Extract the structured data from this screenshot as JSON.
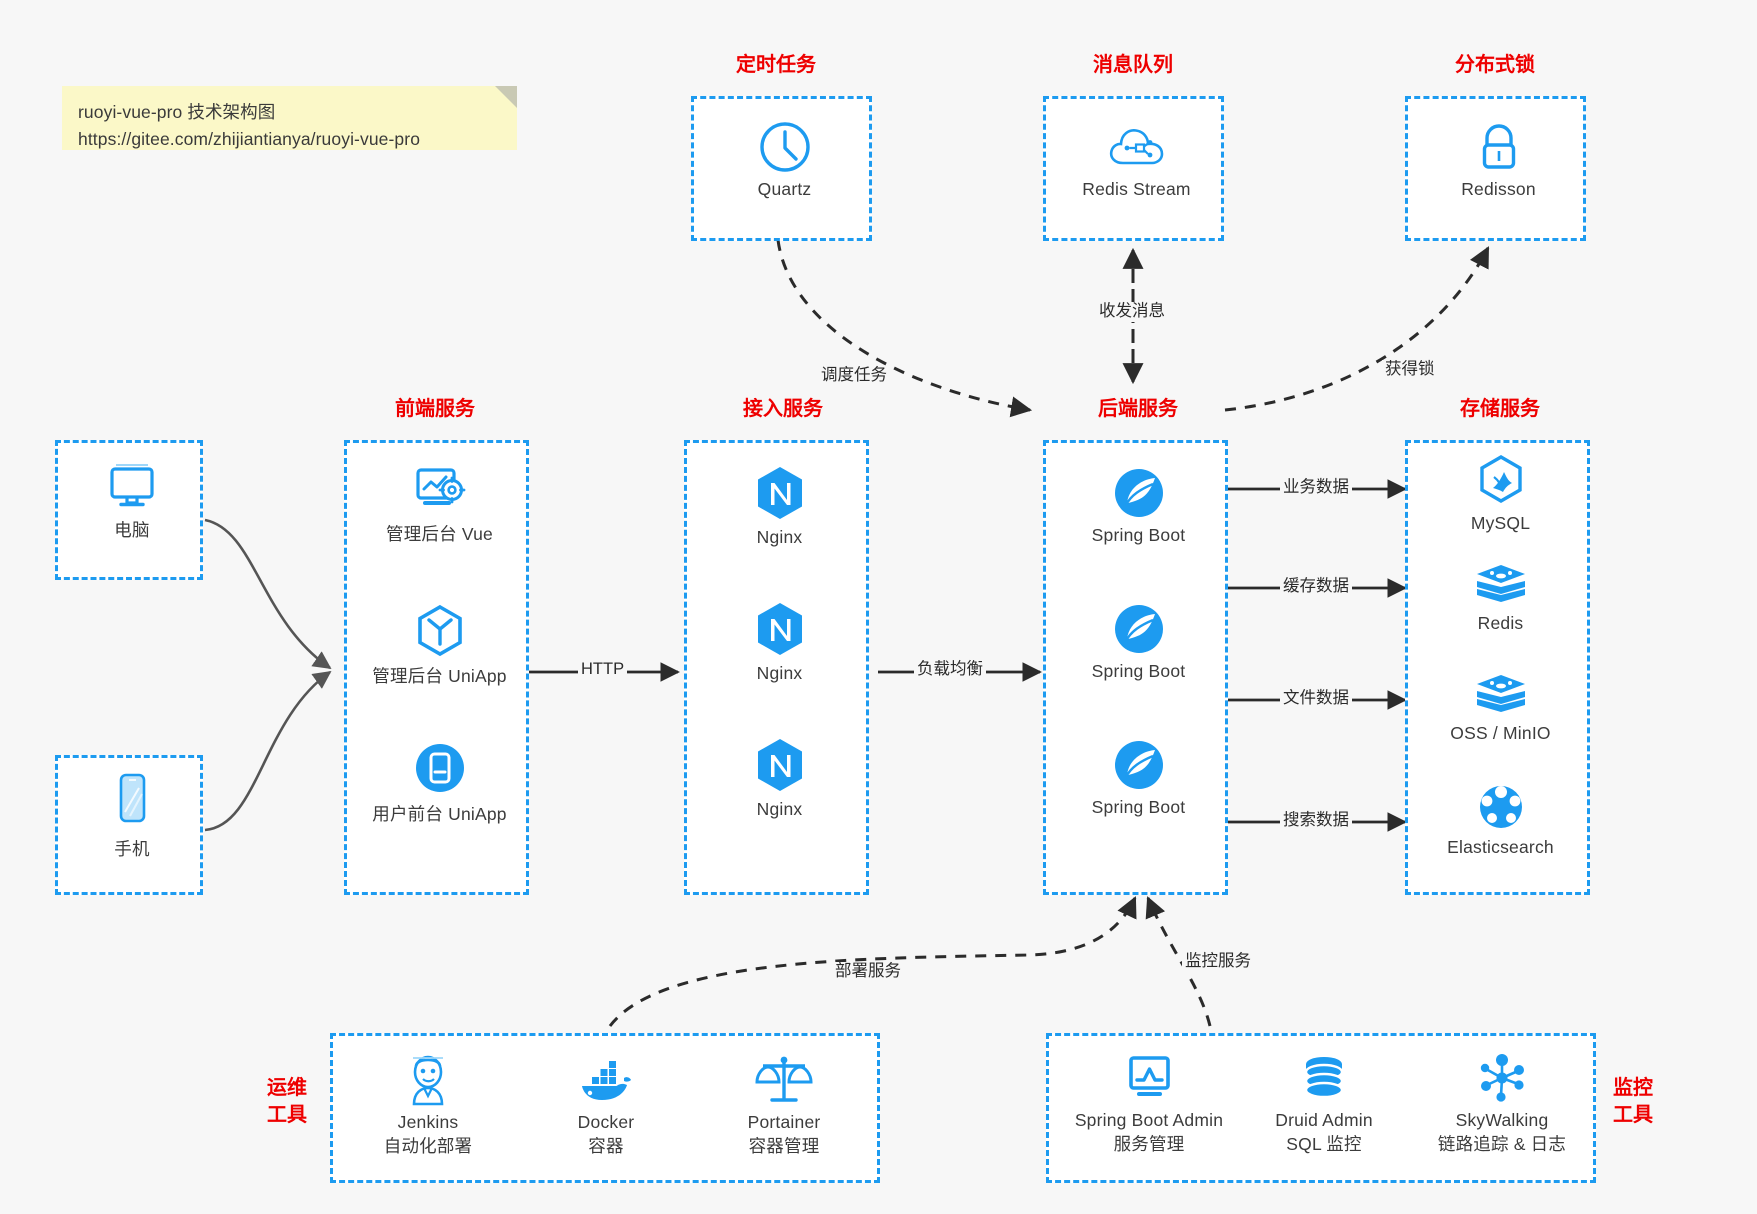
{
  "note": {
    "line1": "ruoyi-vue-pro 技术架构图",
    "line2": "https://gitee.com/zhijiantianya/ruoyi-vue-pro"
  },
  "colors": {
    "accent": "#1d9bf0",
    "title_red": "#ee0000",
    "background": "#f7f7f7",
    "box_fill": "#ffffff",
    "note_fill": "#fbf8c8",
    "edge": "#333333"
  },
  "groups": {
    "scheduler": {
      "title": "定时任务",
      "nodes": [
        {
          "label": "Quartz",
          "icon": "clock-icon"
        }
      ]
    },
    "mq": {
      "title": "消息队列",
      "nodes": [
        {
          "label": "Redis Stream",
          "icon": "cloud-stream-icon"
        }
      ]
    },
    "lock": {
      "title": "分布式锁",
      "nodes": [
        {
          "label": "Redisson",
          "icon": "lock-icon"
        }
      ]
    },
    "clients": {
      "nodes": [
        {
          "label": "电脑",
          "icon": "desktop-monitor-icon"
        },
        {
          "label": "手机",
          "icon": "mobile-phone-icon"
        }
      ]
    },
    "frontend": {
      "title": "前端服务",
      "nodes": [
        {
          "label": "管理后台 Vue",
          "icon": "dashboard-gear-icon"
        },
        {
          "label": "管理后台 UniApp",
          "icon": "hexagon-cube-icon"
        },
        {
          "label": "用户前台 UniApp",
          "icon": "app-square-icon"
        }
      ]
    },
    "gateway": {
      "title": "接入服务",
      "nodes": [
        {
          "label": "Nginx",
          "icon": "nginx-icon"
        },
        {
          "label": "Nginx",
          "icon": "nginx-icon"
        },
        {
          "label": "Nginx",
          "icon": "nginx-icon"
        }
      ]
    },
    "backend": {
      "title": "后端服务",
      "nodes": [
        {
          "label": "Spring Boot",
          "icon": "spring-leaf-icon"
        },
        {
          "label": "Spring Boot",
          "icon": "spring-leaf-icon"
        },
        {
          "label": "Spring Boot",
          "icon": "spring-leaf-icon"
        }
      ]
    },
    "storage": {
      "title": "存储服务",
      "nodes": [
        {
          "label": "MySQL",
          "icon": "mysql-dolphin-icon"
        },
        {
          "label": "Redis",
          "icon": "redis-stack-icon"
        },
        {
          "label": "OSS / MinIO",
          "icon": "redis-stack-icon"
        },
        {
          "label": "Elasticsearch",
          "icon": "elasticsearch-icon"
        }
      ]
    },
    "devops": {
      "title_line1": "运维",
      "title_line2": "工具",
      "nodes": [
        {
          "label": "Jenkins",
          "sub": "自动化部署",
          "icon": "jenkins-butler-icon"
        },
        {
          "label": "Docker",
          "sub": "容器",
          "icon": "docker-whale-icon"
        },
        {
          "label": "Portainer",
          "sub": "容器管理",
          "icon": "scales-balance-icon"
        }
      ]
    },
    "monitor": {
      "title_line1": "监控",
      "title_line2": "工具",
      "nodes": [
        {
          "label": "Spring Boot Admin",
          "sub": "服务管理",
          "icon": "monitor-chart-icon"
        },
        {
          "label": "Druid Admin",
          "sub": "SQL 监控",
          "icon": "database-cylinder-icon"
        },
        {
          "label": "SkyWalking",
          "sub": "链路追踪 & 日志",
          "icon": "skywalking-node-icon"
        }
      ]
    }
  },
  "edges": [
    {
      "id": "http",
      "label": "HTTP"
    },
    {
      "id": "load-balance",
      "label": "负载均衡"
    },
    {
      "id": "schedule-task",
      "label": "调度任务"
    },
    {
      "id": "send-receive-message",
      "label": "收发消息"
    },
    {
      "id": "acquire-lock",
      "label": "获得锁"
    },
    {
      "id": "business-data",
      "label": "业务数据"
    },
    {
      "id": "cache-data",
      "label": "缓存数据"
    },
    {
      "id": "file-data",
      "label": "文件数据"
    },
    {
      "id": "search-data",
      "label": "搜索数据"
    },
    {
      "id": "deploy-service",
      "label": "部署服务"
    },
    {
      "id": "monitor-service",
      "label": "监控服务"
    }
  ]
}
